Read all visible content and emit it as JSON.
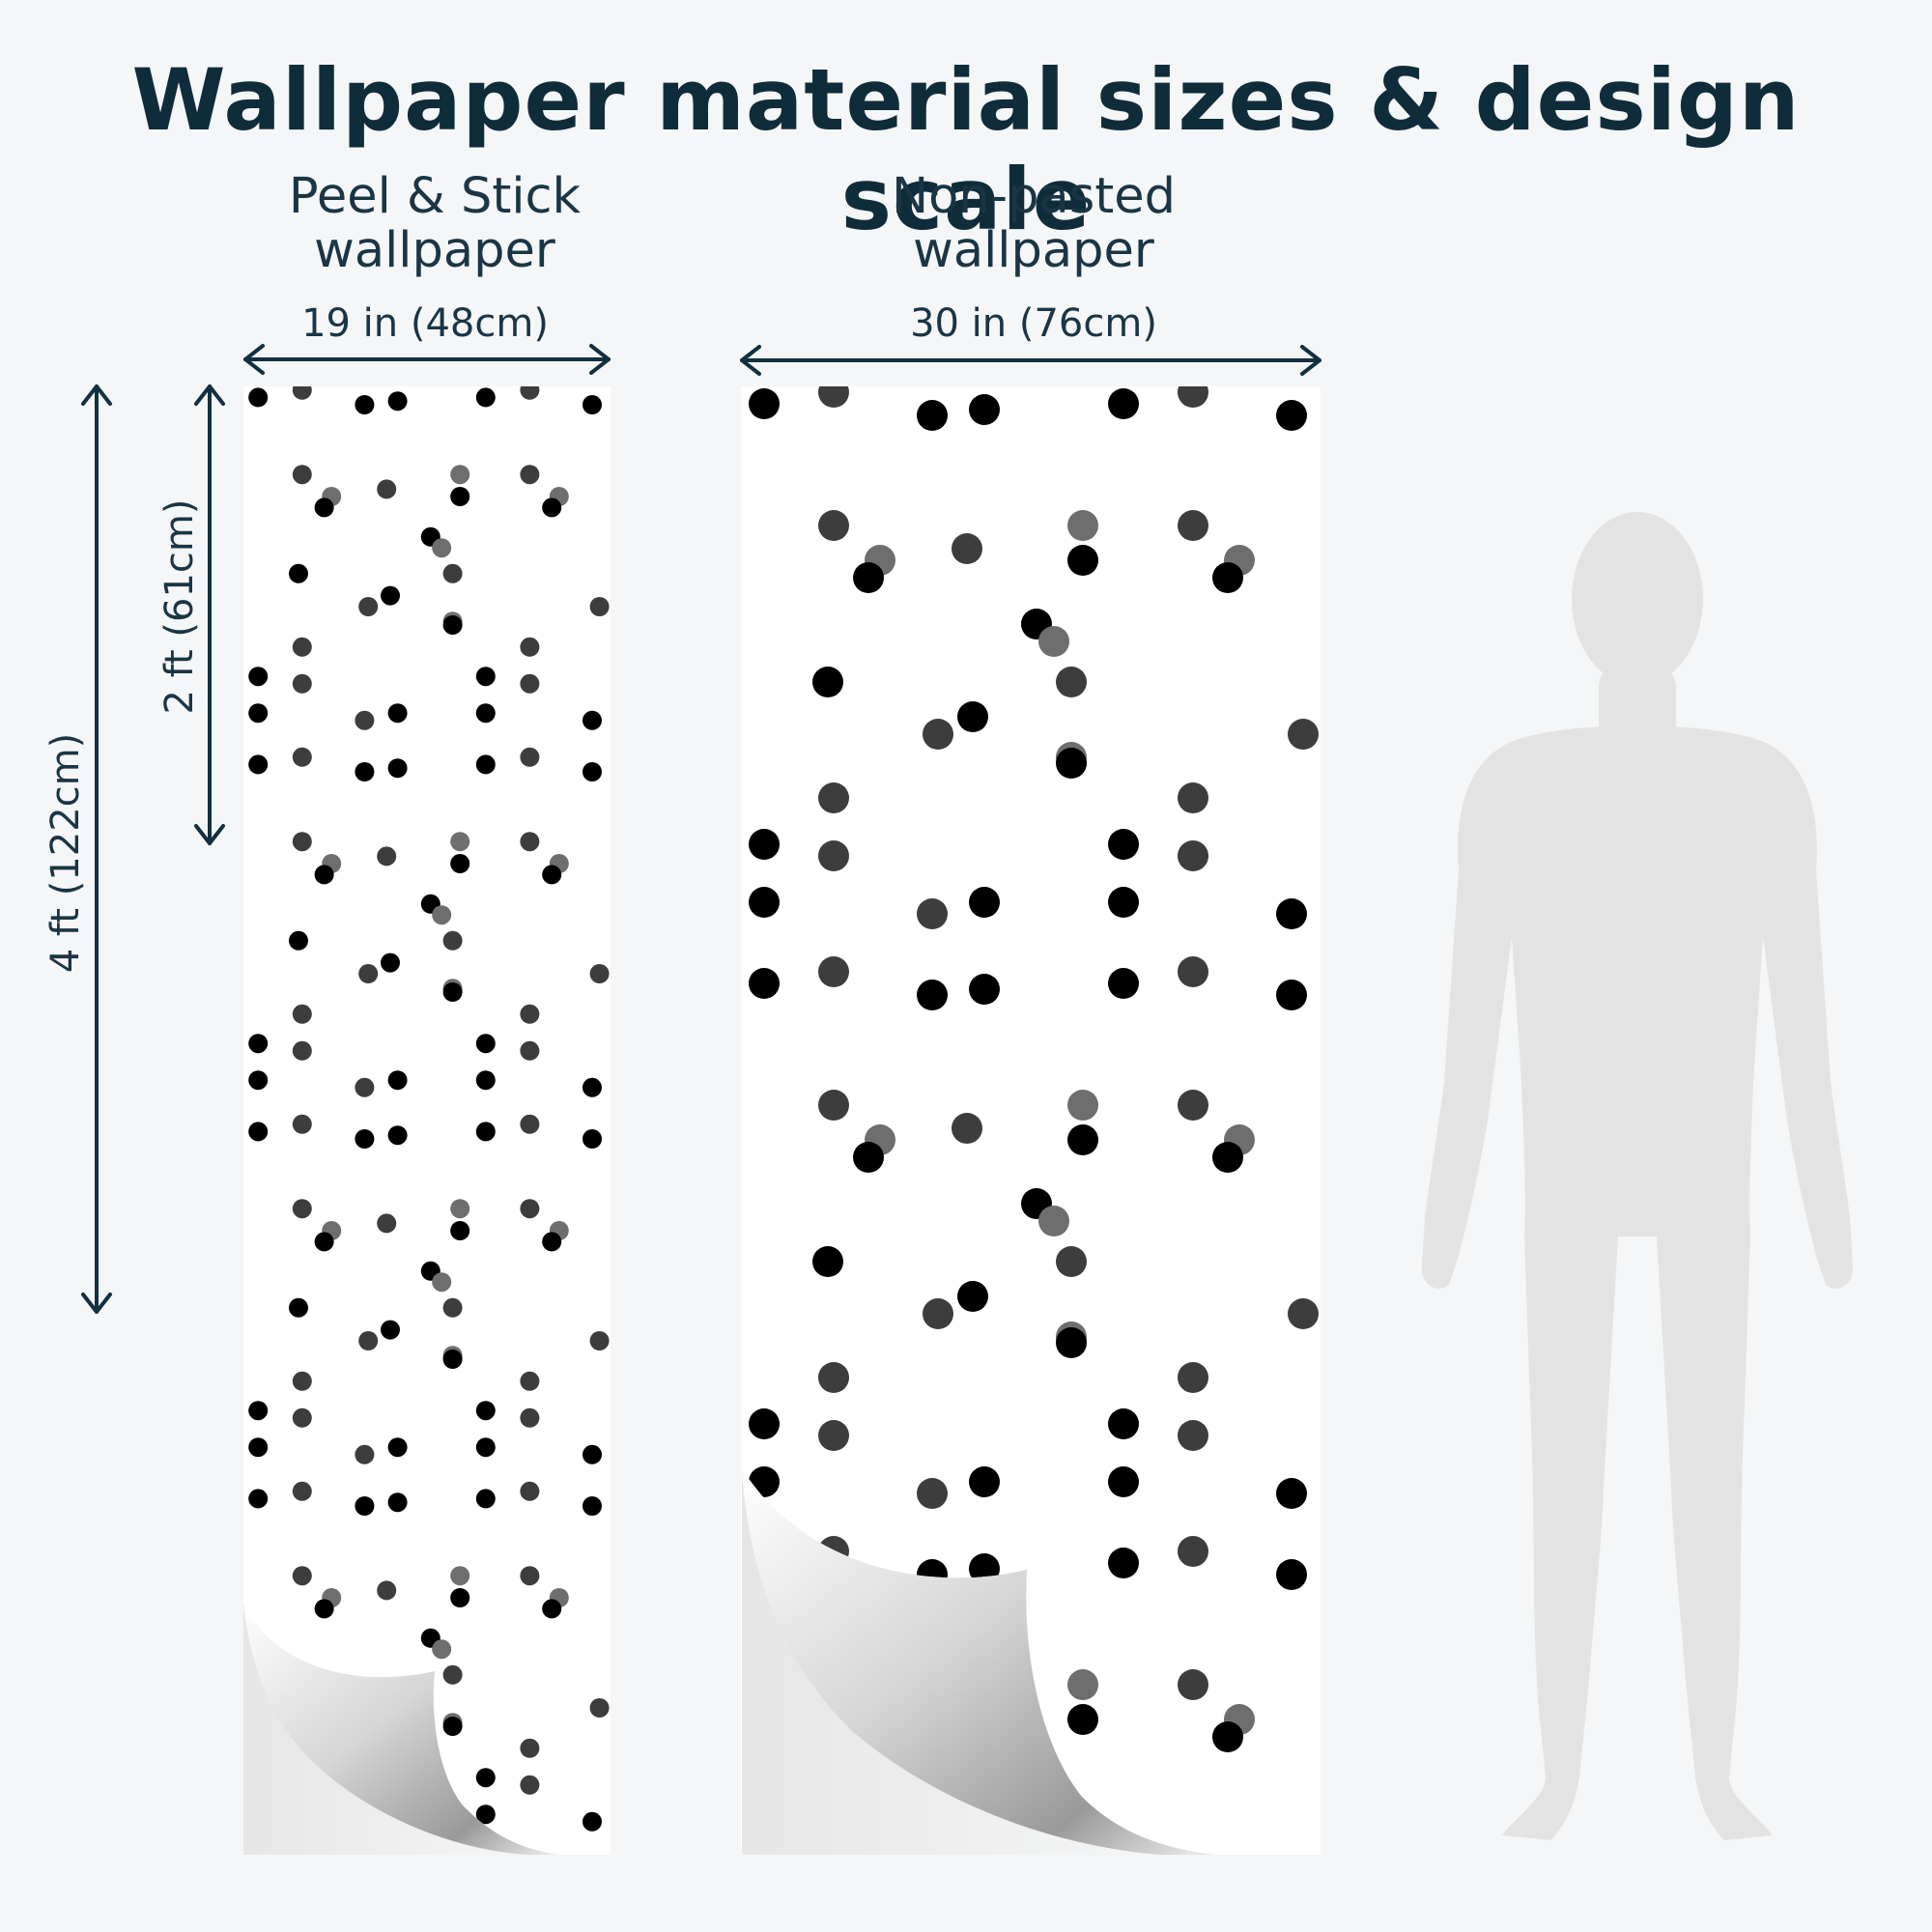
{
  "title": "Wallpaper material sizes & design scale",
  "peel": {
    "heading_line1": "Peel & Stick",
    "heading_line2": "wallpaper",
    "width_label": "19 in (48cm)",
    "height_label_small": "2 ft (61cm)",
    "height_label_large": "4 ft (122cm)"
  },
  "nonpasted": {
    "heading_line1": "Non-pasted",
    "heading_line2": "wallpaper",
    "width_label": "30 in (76cm)"
  },
  "colors": {
    "background": "#f5f6f7",
    "text": "#12303f",
    "dot_black": "#000000",
    "dot_dark": "#3d3d3d",
    "dot_grey": "#6e6e6e",
    "silhouette": "#e3e3e3"
  },
  "icons": [
    "double-arrow-icon",
    "page-curl-icon",
    "human-silhouette-icon"
  ]
}
